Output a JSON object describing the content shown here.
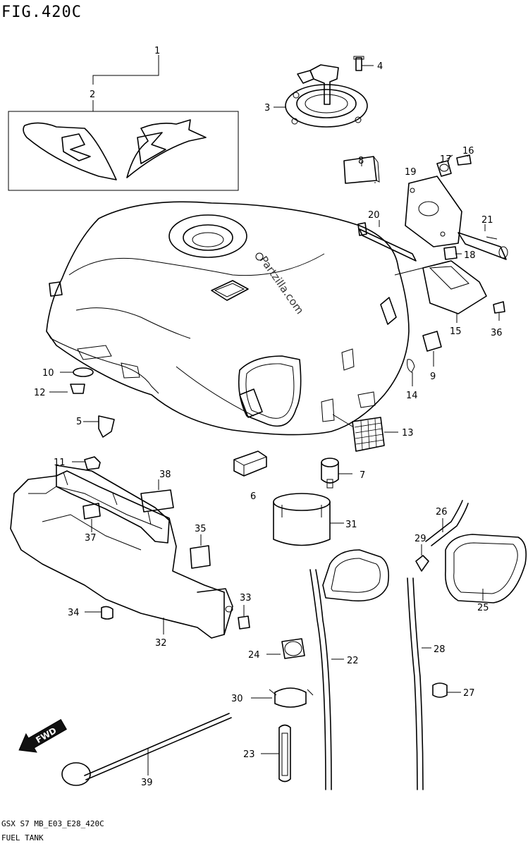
{
  "header": {
    "fig_title": "FIG.420C"
  },
  "footer": {
    "model_code": "GSX S7 MB_E03_E28_420C",
    "section_title": "FUEL TANK"
  },
  "watermark": {
    "text": "Partzilla.com"
  },
  "badge": {
    "text": "FWD"
  },
  "colors": {
    "line": "#000000",
    "background": "#ffffff"
  },
  "callouts": [
    {
      "id": "1",
      "text": "1"
    },
    {
      "id": "2",
      "text": "2"
    },
    {
      "id": "3",
      "text": "3"
    },
    {
      "id": "4",
      "text": "4"
    },
    {
      "id": "5",
      "text": "5"
    },
    {
      "id": "6",
      "text": "6"
    },
    {
      "id": "7",
      "text": "7"
    },
    {
      "id": "8",
      "text": "8"
    },
    {
      "id": "9",
      "text": "9"
    },
    {
      "id": "10",
      "text": "10"
    },
    {
      "id": "11",
      "text": "11"
    },
    {
      "id": "12",
      "text": "12"
    },
    {
      "id": "13",
      "text": "13"
    },
    {
      "id": "14",
      "text": "14"
    },
    {
      "id": "15",
      "text": "15"
    },
    {
      "id": "16",
      "text": "16"
    },
    {
      "id": "17",
      "text": "17"
    },
    {
      "id": "18",
      "text": "18"
    },
    {
      "id": "19",
      "text": "19"
    },
    {
      "id": "20",
      "text": "20"
    },
    {
      "id": "21",
      "text": "21"
    },
    {
      "id": "22",
      "text": "22"
    },
    {
      "id": "23",
      "text": "23"
    },
    {
      "id": "24",
      "text": "24"
    },
    {
      "id": "25",
      "text": "25"
    },
    {
      "id": "26",
      "text": "26"
    },
    {
      "id": "27",
      "text": "27"
    },
    {
      "id": "28",
      "text": "28"
    },
    {
      "id": "29",
      "text": "29"
    },
    {
      "id": "30",
      "text": "30"
    },
    {
      "id": "31",
      "text": "31"
    },
    {
      "id": "32",
      "text": "32"
    },
    {
      "id": "33",
      "text": "33"
    },
    {
      "id": "34",
      "text": "34"
    },
    {
      "id": "35",
      "text": "35"
    },
    {
      "id": "36",
      "text": "36"
    },
    {
      "id": "37",
      "text": "37"
    },
    {
      "id": "38",
      "text": "38"
    },
    {
      "id": "39",
      "text": "39"
    }
  ]
}
